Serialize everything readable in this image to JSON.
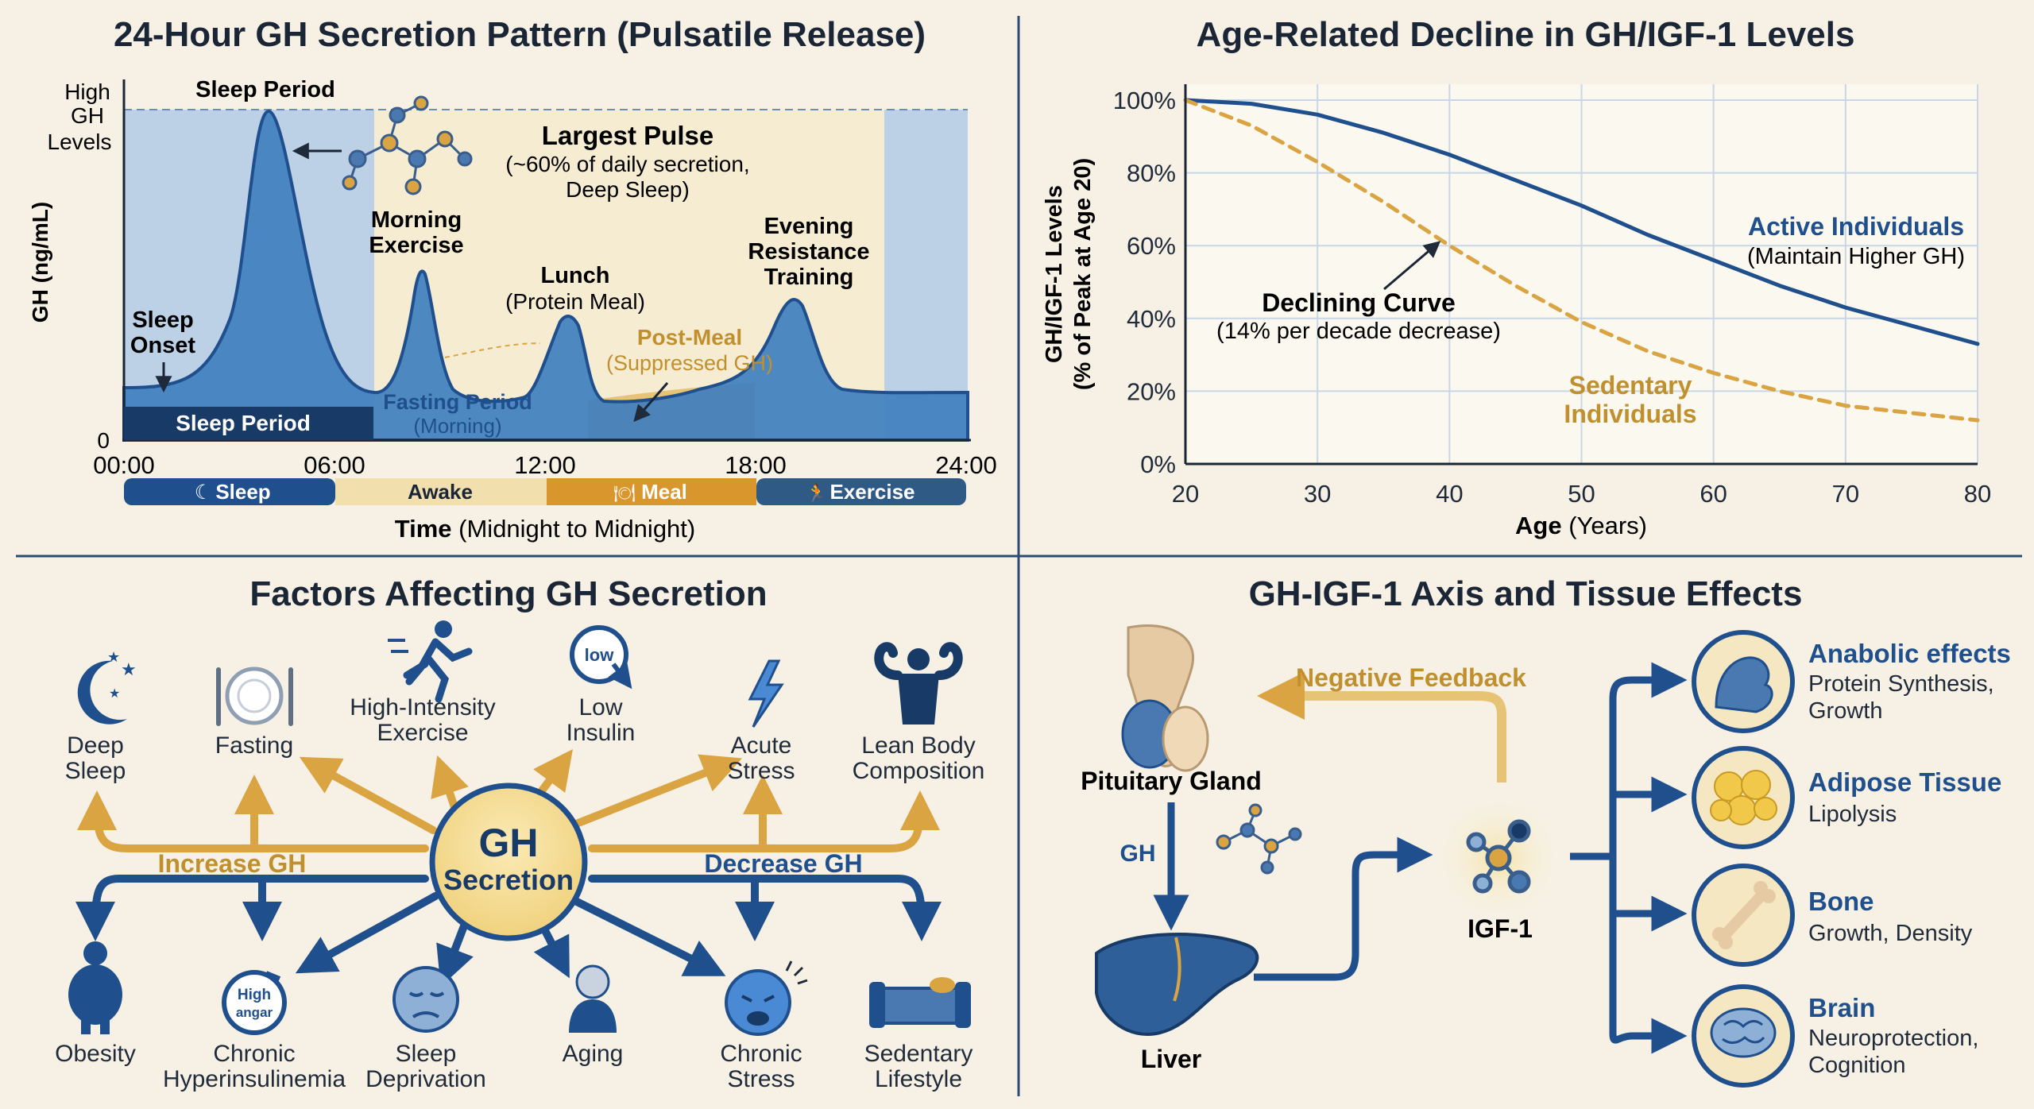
{
  "colors": {
    "navy": "#1f4f8c",
    "navy_dark": "#173a66",
    "blue_fill": "#3f7fbf",
    "light_blue": "#bcd0e6",
    "gold": "#d9a441",
    "gold_text": "#c0902e",
    "cream": "#f6f1e4",
    "sand": "#f1dfae"
  },
  "panel1": {
    "title": "24-Hour GH Secretion Pattern (Pulsatile Release)",
    "y_label": "GH (ng/mL)",
    "y_high": [
      "High",
      "GH",
      "Levels"
    ],
    "y_zero": "0",
    "sleep_period_top": "Sleep Period",
    "sleep_onset": [
      "Sleep",
      "Onset"
    ],
    "largest_pulse": {
      "title": "Largest Pulse",
      "sub": [
        "(~60% of daily secretion,",
        "Deep Sleep)"
      ]
    },
    "morning_exercise": [
      "Morning",
      "Exercise"
    ],
    "lunch": [
      "Lunch",
      "(Protein Meal)"
    ],
    "evening": [
      "Evening",
      "Resistance",
      "Training"
    ],
    "post_meal": [
      "Post-Meal",
      "(Suppressed GH)"
    ],
    "fasting": [
      "Fasting Period",
      "(Morning)"
    ],
    "sleep_period_box": "Sleep Period",
    "x_ticks": [
      "00:00",
      "06:00",
      "12:00",
      "18:00",
      "24:00"
    ],
    "legend": [
      {
        "icon": "☾",
        "label": "Sleep"
      },
      {
        "icon": "",
        "label": "Awake"
      },
      {
        "icon": "🍽",
        "label": "Meal"
      },
      {
        "icon": "🏃",
        "label": "Exercise"
      }
    ],
    "x_label_bold": "Time",
    "x_label_rest": " (Midnight to Midnight)"
  },
  "panel2": {
    "title": "Age-Related Decline in GH/IGF-1 Levels",
    "y_label": [
      "GH/IGF-1 Levels",
      "(% of Peak at Age 20)"
    ],
    "x_label_bold": "Age",
    "x_label_rest": " (Years)",
    "declining": {
      "title": "Declining Curve",
      "sub": "(14% per decade decrease)"
    },
    "active": {
      "title": "Active Individuals",
      "sub": "(Maintain Higher GH)"
    },
    "sedentary": [
      "Sedentary",
      "Individuals"
    ]
  },
  "chart_data": {
    "type": "line",
    "title": "Age-Related Decline in GH/IGF-1 Levels",
    "xlabel": "Age (Years)",
    "ylabel": "GH/IGF-1 Levels (% of Peak at Age 20)",
    "xlim": [
      20,
      80
    ],
    "ylim": [
      0,
      100
    ],
    "x_ticks": [
      20,
      30,
      40,
      50,
      60,
      70,
      80
    ],
    "y_ticks": [
      0,
      20,
      40,
      60,
      80,
      100
    ],
    "y_tick_labels": [
      "0%",
      "20%",
      "40%",
      "60%",
      "80%",
      "100%"
    ],
    "grid": true,
    "series": [
      {
        "name": "Active Individuals",
        "style": "solid",
        "color": "#1f4f8c",
        "x": [
          20,
          25,
          30,
          35,
          40,
          45,
          50,
          55,
          60,
          65,
          70,
          75,
          80
        ],
        "y": [
          100,
          99,
          96,
          91,
          85,
          78,
          71,
          63,
          56,
          49,
          43,
          38,
          33
        ]
      },
      {
        "name": "Sedentary Individuals",
        "style": "dashed",
        "color": "#d9a441",
        "x": [
          20,
          25,
          30,
          35,
          40,
          45,
          50,
          55,
          60,
          65,
          70,
          75,
          80
        ],
        "y": [
          100,
          93,
          83,
          72,
          60,
          49,
          39,
          31,
          25,
          20,
          16,
          14,
          12
        ]
      }
    ]
  },
  "panel3": {
    "title": "Factors Affecting GH Secretion",
    "center": [
      "GH",
      "Secretion"
    ],
    "increase_label": "Increase GH",
    "decrease_label": "Decrease GH",
    "increase": [
      {
        "label": [
          "Deep",
          "Sleep"
        ]
      },
      {
        "label": [
          "Fasting"
        ]
      },
      {
        "label": [
          "High-Intensity",
          "Exercise"
        ]
      },
      {
        "label": [
          "Low",
          "Insulin"
        ],
        "badge": "low"
      },
      {
        "label": [
          "Acute",
          "Stress"
        ]
      },
      {
        "label": [
          "Lean Body",
          "Composition"
        ]
      }
    ],
    "decrease": [
      {
        "label": [
          "Obesity"
        ]
      },
      {
        "label": [
          "Chronic",
          "Hyperinsulinemia"
        ],
        "badge": [
          "High",
          "angar"
        ]
      },
      {
        "label": [
          "Sleep",
          "Deprivation"
        ]
      },
      {
        "label": [
          "Aging"
        ]
      },
      {
        "label": [
          "Chronic",
          "Stress"
        ]
      },
      {
        "label": [
          "Sedentary",
          "Lifestyle"
        ]
      }
    ]
  },
  "panel4": {
    "title": "GH-IGF-1 Axis and Tissue Effects",
    "pituitary": "Pituitary Gland",
    "negative_feedback": "Negative Feedback",
    "gh": "GH",
    "liver": "Liver",
    "igf1": "IGF-1",
    "effects": [
      {
        "title": "Anabolic effects",
        "sub": [
          "Protein Synthesis,",
          "Growth"
        ],
        "icon": "muscle-icon"
      },
      {
        "title": "Adipose Tissue",
        "sub": [
          "Lipolysis"
        ],
        "icon": "fat-cells-icon"
      },
      {
        "title": "Bone",
        "sub": [
          "Growth, Density"
        ],
        "icon": "bone-icon"
      },
      {
        "title": "Brain",
        "sub": [
          "Neuroprotection,",
          "Cognition"
        ],
        "icon": "brain-icon"
      }
    ]
  }
}
